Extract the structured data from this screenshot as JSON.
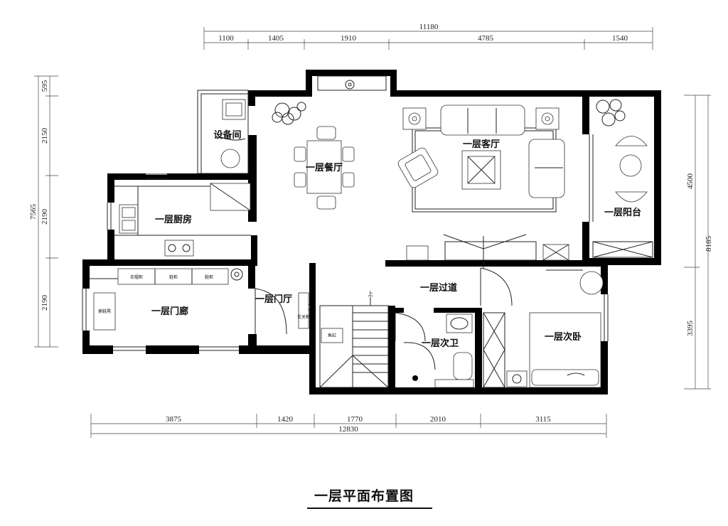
{
  "title": "一层平面布置图",
  "dimensions": {
    "top_total": "11180",
    "top_segments": [
      "1100",
      "1405",
      "1910",
      "4785",
      "1540"
    ],
    "bottom_total": "12830",
    "bottom_segments": [
      "3875",
      "1420",
      "1770",
      "2010",
      "3115"
    ],
    "left_total": "7565",
    "left_segments": [
      "595",
      "2150",
      "2190",
      "2190"
    ],
    "right_total": "8185",
    "right_segments": [
      "4500",
      "3395"
    ]
  },
  "rooms": {
    "equipment": "设备间",
    "dining": "一层餐厅",
    "living": "一层客厅",
    "balcony": "一层阳台",
    "kitchen": "一层厨房",
    "foyer": "一层门厅",
    "porch": "一层门廊",
    "corridor": "一层过道",
    "bathroom": "一层次卫",
    "bedroom": "一层次卧"
  },
  "labels": {
    "stair_up": "上",
    "cabinet_1": "衣帽柜",
    "cabinet_2": "鞋柜",
    "cabinet_3": "鞋柜",
    "shoe_bench": "换鞋凳",
    "entry_cabinet": "玄关柜",
    "fish_tank": "鱼缸"
  }
}
